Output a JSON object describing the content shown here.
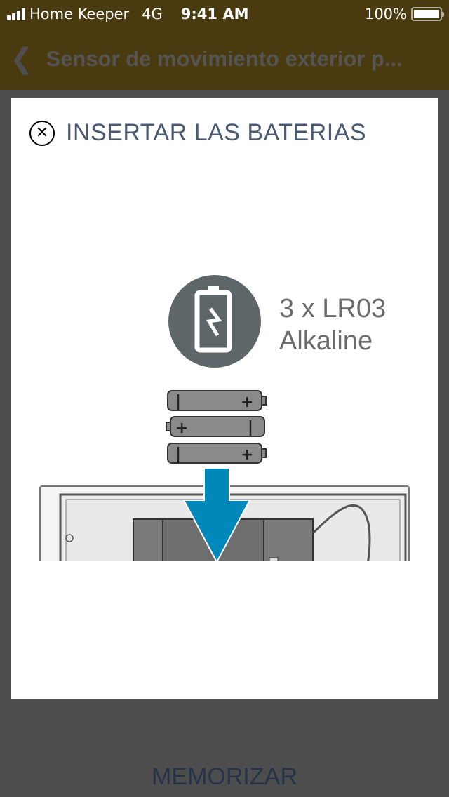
{
  "status_bar": {
    "carrier": "Home Keeper",
    "network": "4G",
    "time": "9:41 AM",
    "battery": "100%"
  },
  "nav": {
    "back_icon": "chevron-left-icon",
    "title": "Sensor de movimiento exterior p..."
  },
  "modal": {
    "close_icon": "close-circle-icon",
    "title": "INSERTAR LAS BATERIAS",
    "illustration": {
      "battery_spec_line1": "3 x LR03",
      "battery_spec_line2": "Alkaline",
      "arrow_color": "#0088bb"
    }
  },
  "footer": {
    "button_label": "MEMORIZAR"
  }
}
